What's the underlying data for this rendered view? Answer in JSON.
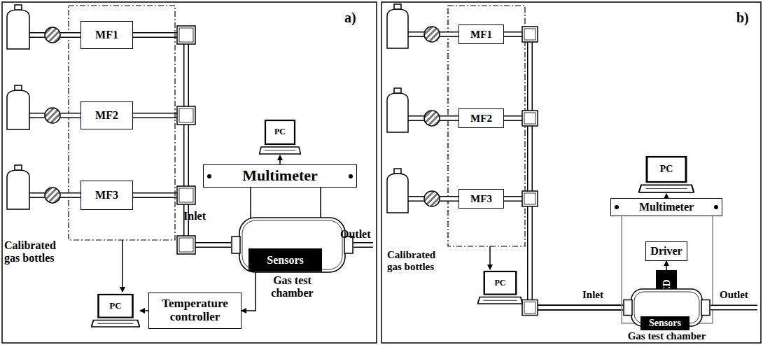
{
  "diagram": {
    "nodes": [
      {
        "text": [
          "MF1"
        ]
      },
      {
        "text": [
          "MF2"
        ]
      },
      {
        "text": [
          "MF3"
        ]
      },
      {
        "text": [
          "PC"
        ]
      },
      {
        "text": [
          "Multimeter"
        ]
      },
      {
        "text": [
          "Gas test chamber"
        ]
      },
      {
        "text": [
          "Sensors"
        ],
        "in": 5
      },
      {
        "text": [
          "PC"
        ]
      },
      {
        "text": [
          "Temperature controller"
        ]
      },
      {
        "text": [
          "MF1"
        ]
      },
      {
        "text": [
          "MF2"
        ]
      },
      {
        "text": [
          "MF3"
        ]
      },
      {
        "text": [
          "PC"
        ]
      },
      {
        "text": [
          "Multimeter"
        ]
      },
      {
        "text": [
          "Driver"
        ]
      },
      {
        "text": [
          "LED"
        ]
      },
      {
        "text": [
          "Gas test chamber"
        ]
      },
      {
        "text": [
          "Sensors"
        ],
        "in": 16
      },
      {
        "text": [
          "PC"
        ]
      }
    ],
    "edges": [
      {
        "from": 0,
        "to": 5,
        "arrow": "none"
      },
      {
        "from": 1,
        "to": 5,
        "arrow": "none"
      },
      {
        "from": 2,
        "to": 5,
        "arrow": "none"
      },
      {
        "from": 4,
        "to": 3,
        "arrow": "to"
      },
      {
        "from": 4,
        "to": 6,
        "arrow": "none"
      },
      {
        "from": 4,
        "to": 6,
        "arrow": "none"
      },
      {
        "from": 6,
        "to": 8,
        "arrow": "to"
      },
      {
        "from": 8,
        "to": 7,
        "arrow": "to"
      },
      {
        "from": 9,
        "to": 16,
        "arrow": "none"
      },
      {
        "from": 10,
        "to": 16,
        "arrow": "none"
      },
      {
        "from": 11,
        "to": 16,
        "arrow": "none"
      },
      {
        "from": 13,
        "to": 12,
        "arrow": "to"
      },
      {
        "from": 15,
        "to": 14,
        "arrow": "to"
      },
      {
        "from": 13,
        "to": 17,
        "arrow": "none"
      },
      {
        "from": 13,
        "to": 17,
        "arrow": "none"
      }
    ],
    "labels": [
      "a)",
      "Calibrated gas bottles",
      "Inlet",
      "Outlet",
      "b)",
      "Calibrated gas bottles",
      "Inlet",
      "Outlet"
    ]
  }
}
